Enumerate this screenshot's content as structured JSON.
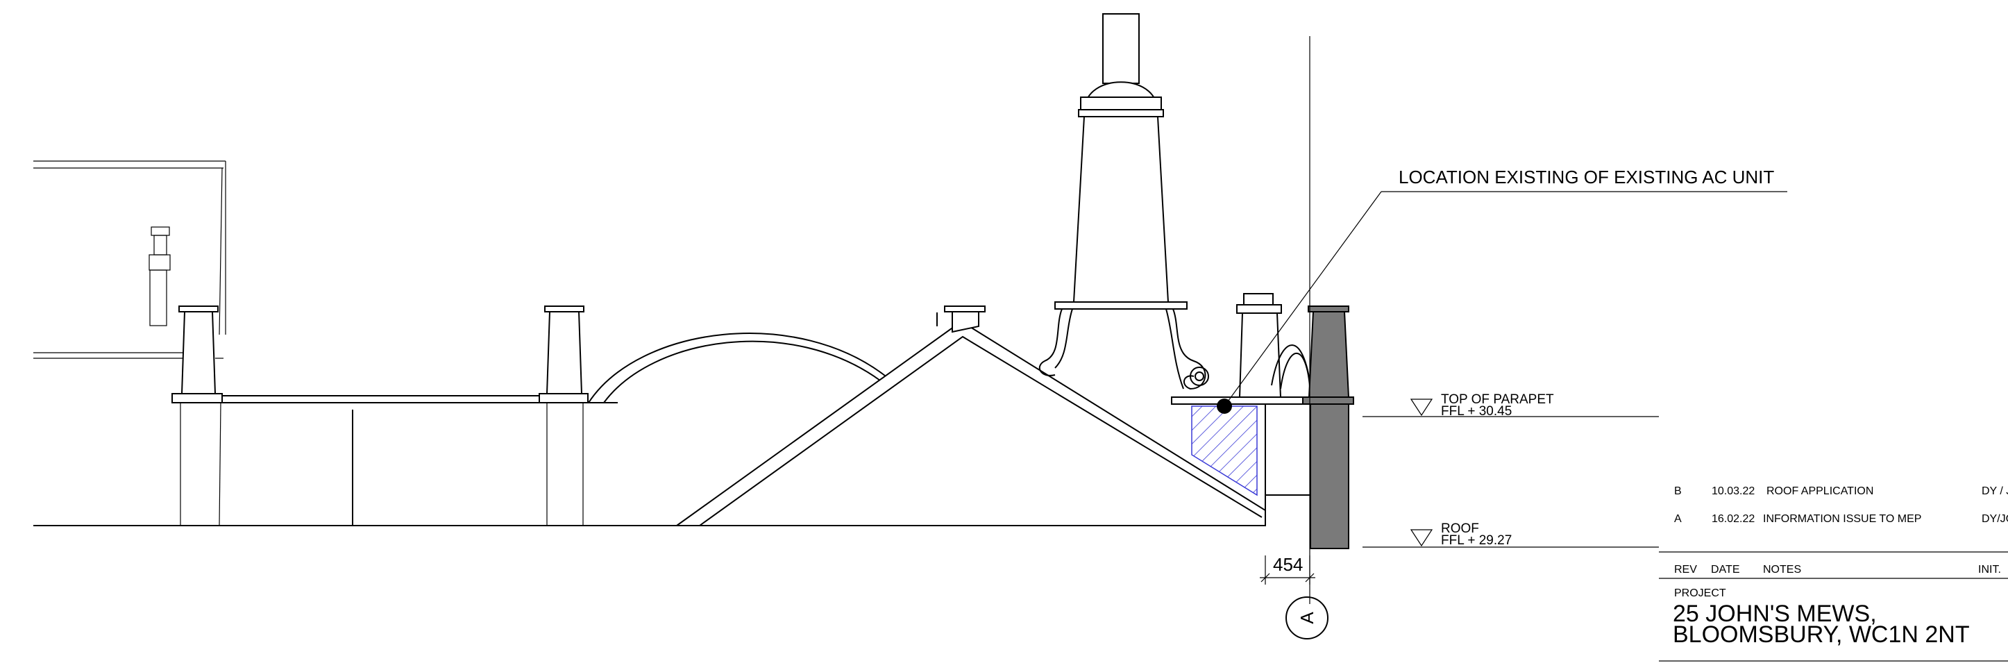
{
  "callout": {
    "text": "LOCATION EXISTING OF EXISTING  AC UNIT"
  },
  "levels": [
    {
      "name": "TOP OF PARAPET",
      "value": "FFL + 30.45"
    },
    {
      "name": "ROOF",
      "value": "FFL + 29.27"
    }
  ],
  "dimension": {
    "value": "454"
  },
  "section_marker": {
    "label": "A"
  },
  "revisions": [
    {
      "rev": "B",
      "date": "10.03.22",
      "notes": "ROOF APPLICATION",
      "init": "DY / J"
    },
    {
      "rev": "A",
      "date": "16.02.22",
      "notes": "INFORMATION ISSUE TO MEP",
      "init": "DY/JC"
    }
  ],
  "revision_headers": {
    "rev": "REV",
    "date": "DATE",
    "notes": "NOTES",
    "init": "INIT."
  },
  "project": {
    "label": "PROJECT",
    "line1": "25 JOHN'S MEWS,",
    "line2": "BLOOMSBURY, WC1N 2NT"
  },
  "colors": {
    "hatch": "#3a3ad6",
    "dark_chimney": "#7a7a7a",
    "line": "#000000"
  }
}
